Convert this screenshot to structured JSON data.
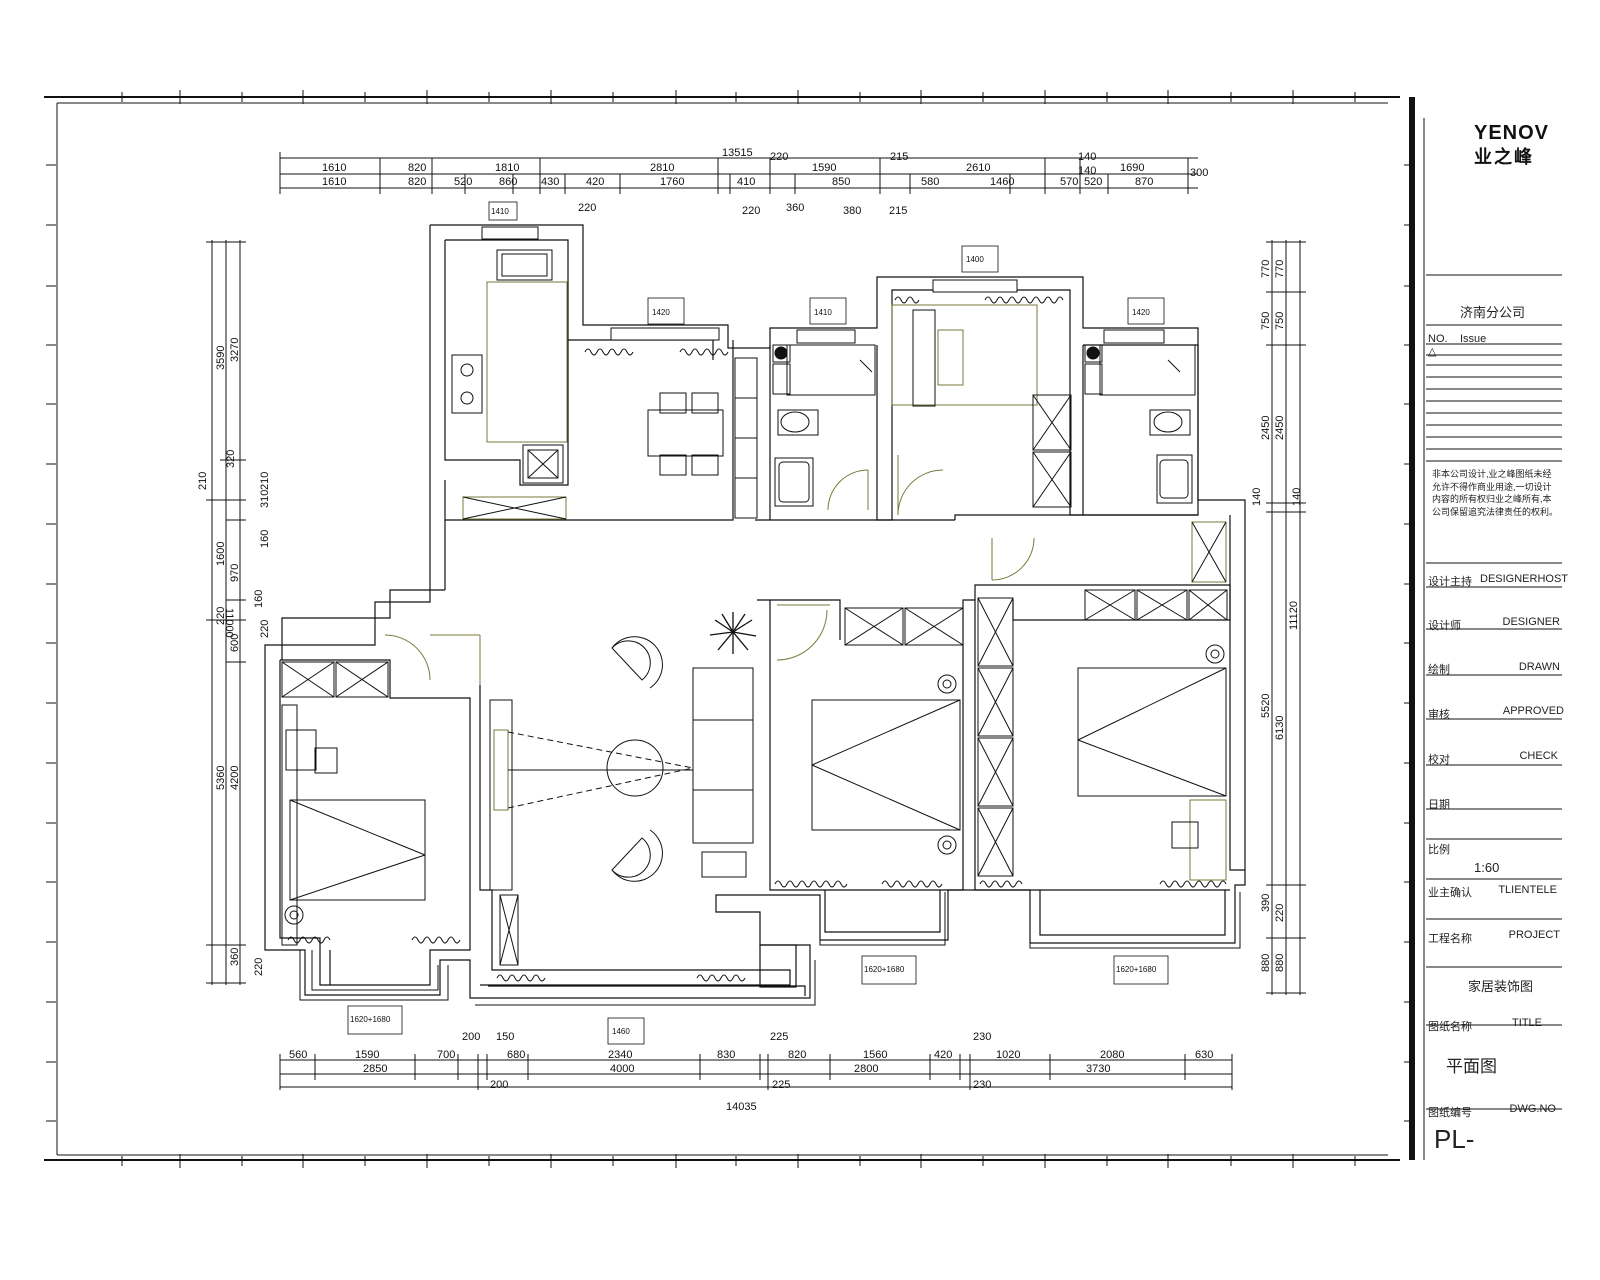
{
  "brand": {
    "logo_en": "YENOV",
    "logo_cn": "业之峰",
    "branch": "济南分公司"
  },
  "titleblock": {
    "no_label": "NO.",
    "issue_label": "Issue",
    "rev_mark": "△",
    "notice": "非本公司设计,业之峰图纸未经允许不得作商业用途,一切设计内容的所有权归业之峰所有,本公司保留追究法律责任的权利。",
    "rows": [
      {
        "cn": "设计主持",
        "en": "DESIGNERHOST"
      },
      {
        "cn": "设计师",
        "en": "DESIGNER"
      },
      {
        "cn": "绘制",
        "en": "DRAWN"
      },
      {
        "cn": "审核",
        "en": "APPROVED"
      },
      {
        "cn": "校对",
        "en": "CHECK"
      },
      {
        "cn": "日期",
        "en": ""
      },
      {
        "cn": "比例",
        "en": ""
      }
    ],
    "scale": "1:60",
    "client_cn": "业主确认",
    "client_en": "TLIENTELE",
    "project_cn": "工程名称",
    "project_en": "PROJECT",
    "project_name": "家居装饰图",
    "title_cn": "图纸名称",
    "title_en": "TITLE",
    "drawing_title": "平面图",
    "dwg_cn": "图纸编号",
    "dwg_en": "DWG.NO",
    "dwg_no": "PL-"
  },
  "dims_top": {
    "total": "13515",
    "row1": [
      "1610",
      "820",
      "1810",
      "2810",
      "220",
      "1590",
      "215",
      "2610",
      "140",
      "1690"
    ],
    "row2": [
      "1610",
      "820",
      "520",
      "860",
      "430",
      "420",
      "1760",
      "410",
      "850",
      "580",
      "1460",
      "570",
      "140",
      "520",
      "870",
      "300"
    ],
    "under": [
      "220",
      "220",
      "360",
      "380",
      "215"
    ]
  },
  "dims_bottom": {
    "total": "14035",
    "above": [
      "200",
      "150",
      "225",
      "230"
    ],
    "row1": [
      "560",
      "1590",
      "700",
      "680",
      "2340",
      "830",
      "820",
      "1560",
      "420",
      "1020",
      "2080",
      "630"
    ],
    "row2": [
      "2850",
      "4000",
      "2800",
      "3730"
    ],
    "under": [
      "200",
      "225",
      "230"
    ]
  },
  "dims_left": {
    "outer": "11000",
    "mid": [
      "3590",
      "1600",
      "5360",
      "360"
    ],
    "inner": [
      "3270",
      "320",
      "210",
      "310",
      "970",
      "160",
      "220",
      "160",
      "600",
      "220",
      "4200",
      "220"
    ],
    "small": [
      "210"
    ]
  },
  "dims_right": {
    "outer": "11120",
    "mid": [
      "770",
      "750",
      "2450",
      "140",
      "5520",
      "390",
      "880"
    ],
    "inner": [
      "770",
      "750",
      "2450",
      "140",
      "6130",
      "220",
      "880"
    ]
  },
  "tags": {
    "window": "1410",
    "window2": "1400",
    "window3": "1420",
    "window4": "1460",
    "door_code": "1620+1680"
  }
}
